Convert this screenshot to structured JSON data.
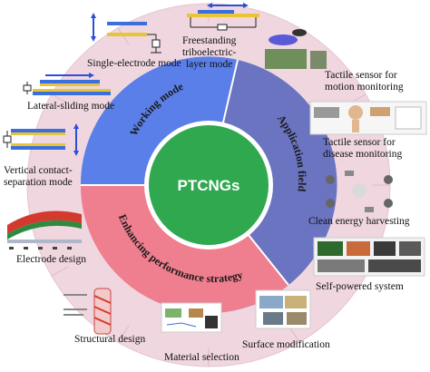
{
  "center": {
    "title": "PTCNGs"
  },
  "segments": {
    "working": "Working mode",
    "application": "Application field",
    "enhancing": "Enhancing performance strategy"
  },
  "labels": {
    "freestanding": [
      "Freestanding",
      "triboelectric-",
      "layer mode"
    ],
    "single_electrode": "Single-electrode mode",
    "lateral_sliding": "Lateral-sliding mode",
    "vertical_contact": [
      "Vertical contact-",
      "separation mode"
    ],
    "electrode_design": "Electrode design",
    "structural_design": "Structural design",
    "material_selection": "Material selection",
    "surface_modification": "Surface modification",
    "tactile_motion": [
      "Tactile sensor for",
      "motion monitoring"
    ],
    "tactile_disease": [
      "Tactile sensor for",
      "disease monitoring"
    ],
    "clean_energy": "Clean energy harvesting",
    "self_powered": "Self-powered system"
  },
  "colors": {
    "working": "#5b7fe8",
    "application": "#6a74c0",
    "enhancing": "#ef7f8e",
    "center": "#2fa84f",
    "outer_ring": "#efd6df",
    "divider": "#ffffff"
  }
}
